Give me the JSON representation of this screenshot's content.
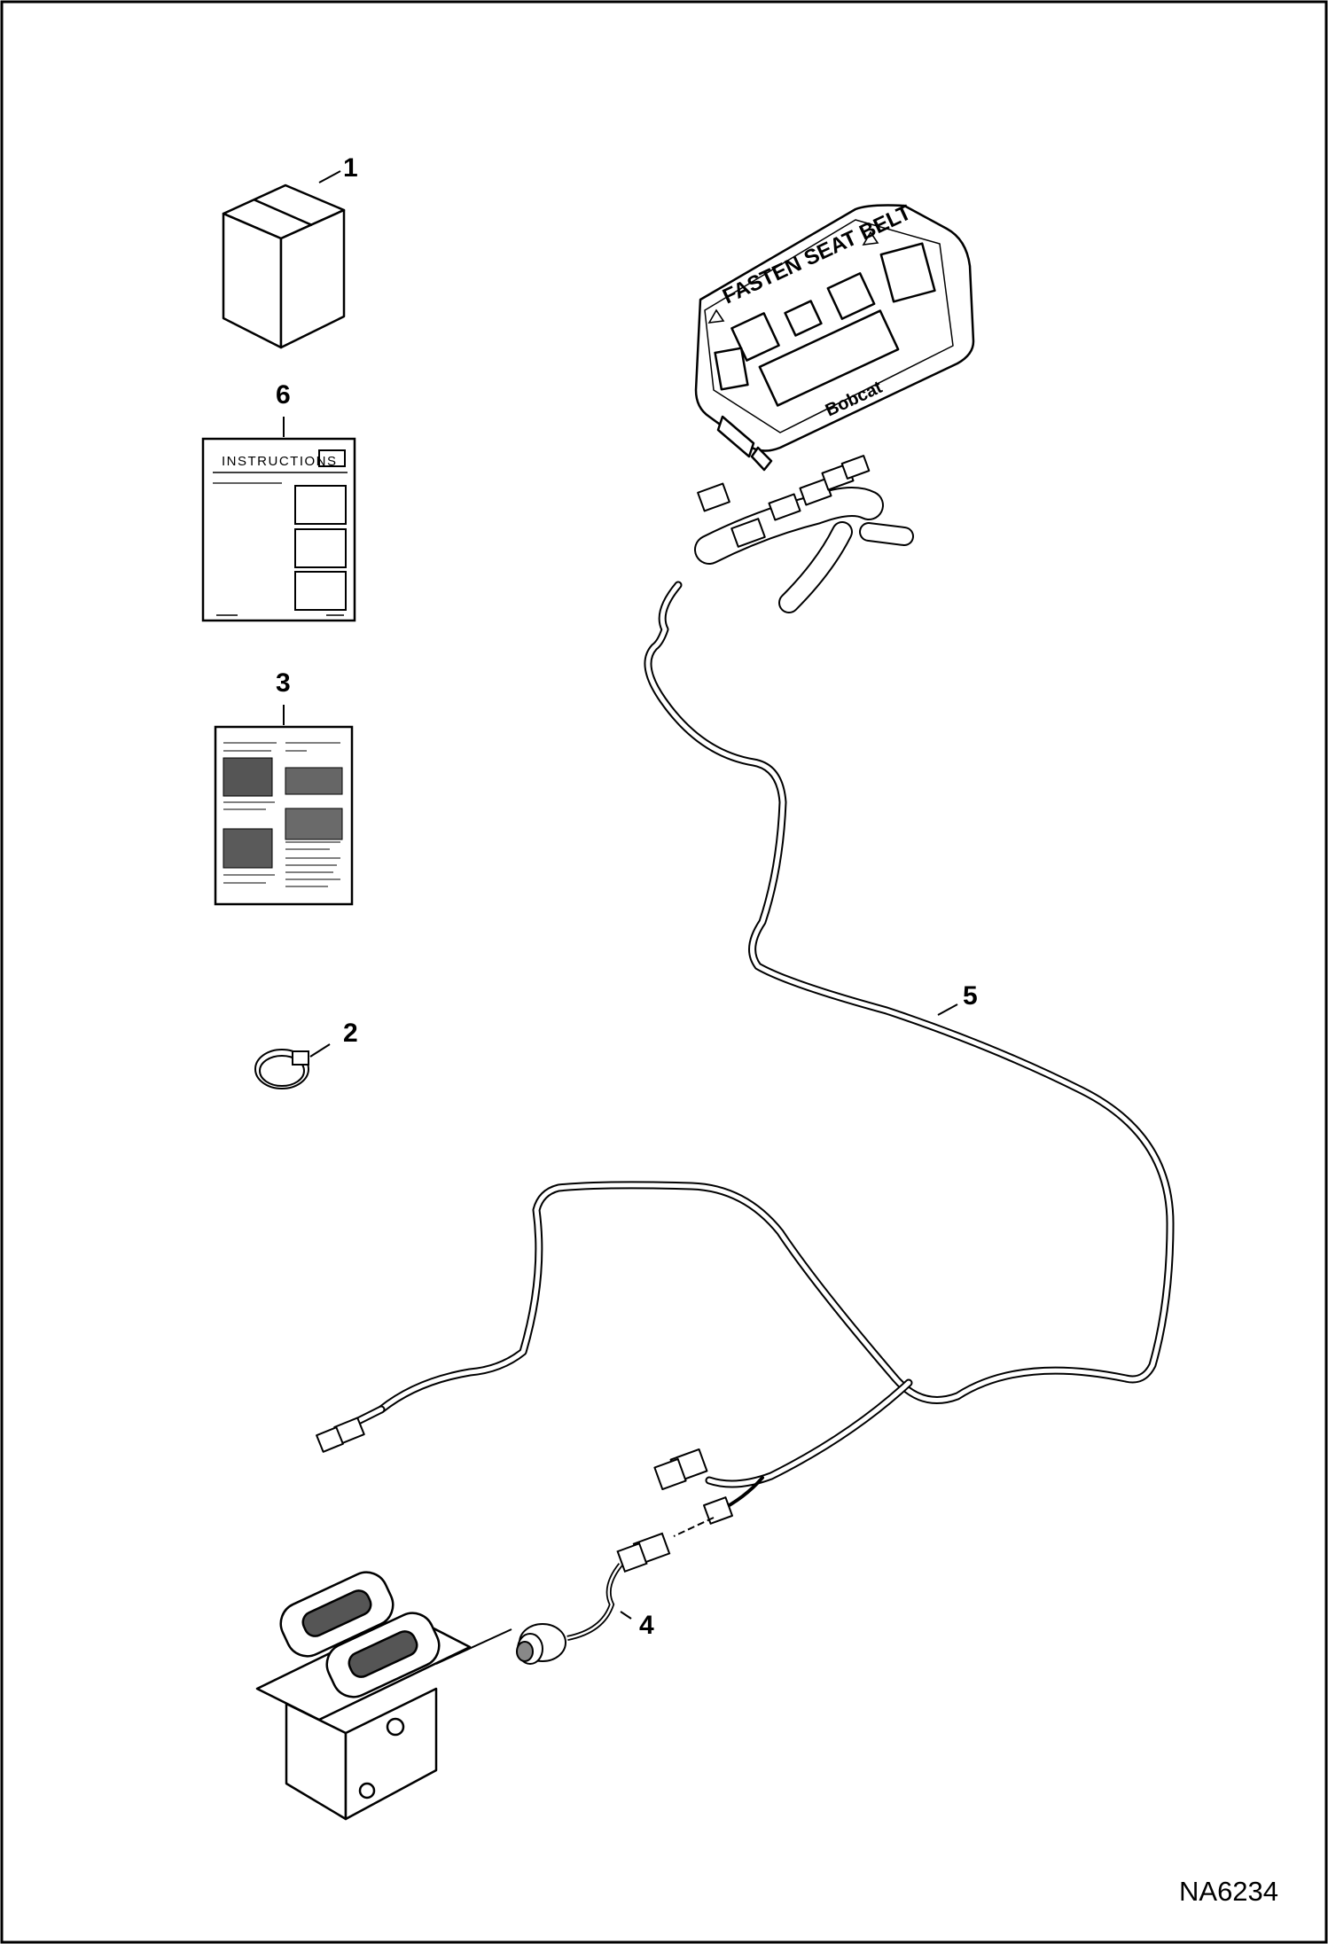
{
  "figure": {
    "id": "NA6234"
  },
  "callouts": {
    "c1": "1",
    "c2": "2",
    "c3": "3",
    "c4": "4",
    "c5": "5",
    "c6": "6"
  },
  "parts": {
    "instructions_label": "INSTRUCTIONS",
    "display_label": "FASTEN SEAT BELT",
    "display_logo": "Bobcat",
    "icons": {
      "box": "box-icon",
      "instructions_sheet": "instructions-sheet-icon",
      "manual": "manual-icon",
      "cable_tie": "cable-tie-icon",
      "display_panel": "display-panel-icon",
      "wiring_harness": "wiring-harness-icon",
      "pressure_switch": "pressure-switch-icon",
      "control_valve": "control-valve-icon"
    }
  }
}
